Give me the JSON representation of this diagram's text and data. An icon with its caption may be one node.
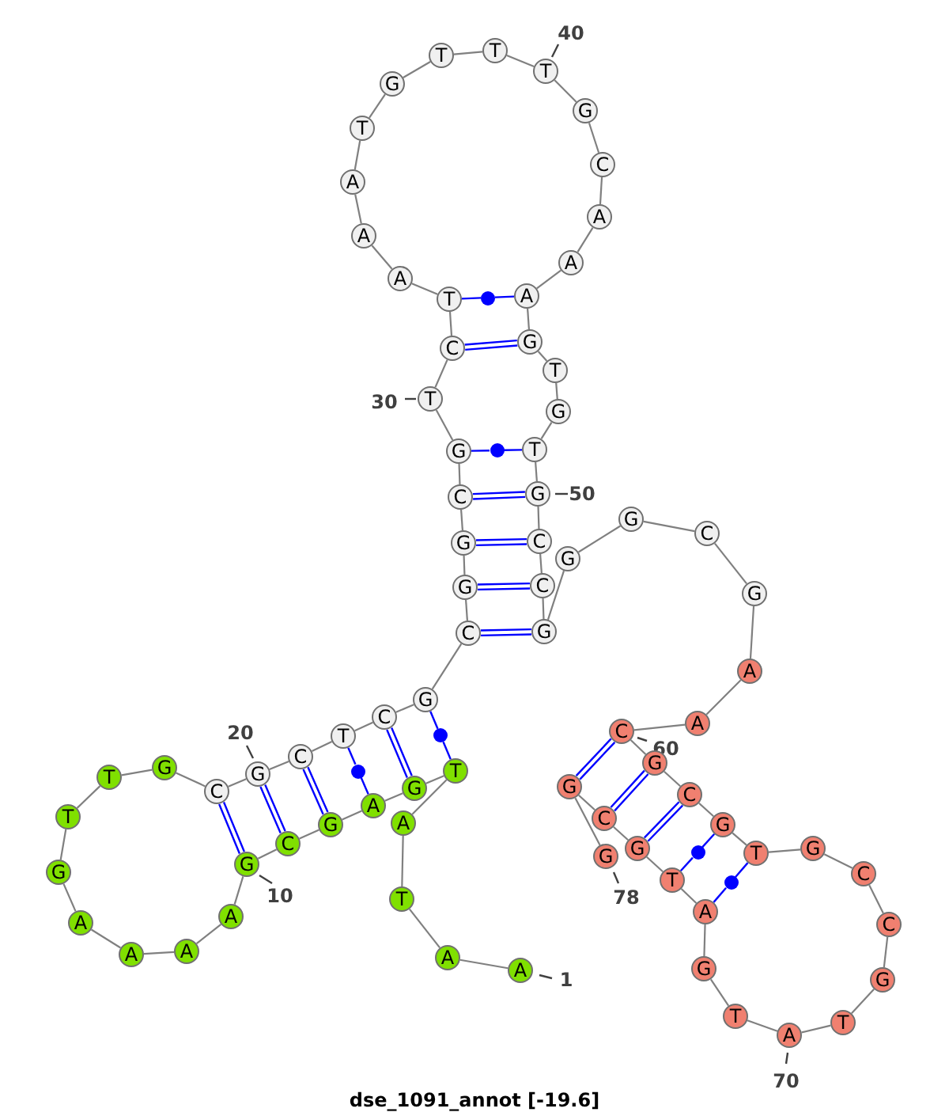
{
  "diagram": {
    "caption": "dse_1091_annot [-19.6]",
    "nodes": [
      {
        "text": [
          "A"
        ],
        "beside": [
          "1"
        ]
      },
      {
        "text": [
          "A"
        ]
      },
      {
        "text": [
          "T"
        ]
      },
      {
        "text": [
          "A"
        ]
      },
      {
        "text": [
          "T"
        ]
      },
      {
        "text": [
          "G"
        ]
      },
      {
        "text": [
          "A"
        ]
      },
      {
        "text": [
          "G"
        ]
      },
      {
        "text": [
          "C"
        ]
      },
      {
        "text": [
          "G"
        ],
        "beside": [
          "10"
        ]
      },
      {
        "text": [
          "A"
        ]
      },
      {
        "text": [
          "A"
        ]
      },
      {
        "text": [
          "A"
        ]
      },
      {
        "text": [
          "A"
        ]
      },
      {
        "text": [
          "G"
        ]
      },
      {
        "text": [
          "T"
        ]
      },
      {
        "text": [
          "T"
        ]
      },
      {
        "text": [
          "G"
        ]
      },
      {
        "text": [
          "C"
        ]
      },
      {
        "text": [
          "G"
        ],
        "beside": [
          "20"
        ]
      },
      {
        "text": [
          "C"
        ]
      },
      {
        "text": [
          "T"
        ]
      },
      {
        "text": [
          "C"
        ]
      },
      {
        "text": [
          "G"
        ]
      },
      {
        "text": [
          "C"
        ]
      },
      {
        "text": [
          "G"
        ]
      },
      {
        "text": [
          "G"
        ]
      },
      {
        "text": [
          "C"
        ]
      },
      {
        "text": [
          "G"
        ]
      },
      {
        "text": [
          "T"
        ],
        "beside": [
          "30"
        ]
      },
      {
        "text": [
          "C"
        ]
      },
      {
        "text": [
          "T"
        ]
      },
      {
        "text": [
          "A"
        ]
      },
      {
        "text": [
          "A"
        ]
      },
      {
        "text": [
          "A"
        ]
      },
      {
        "text": [
          "T"
        ]
      },
      {
        "text": [
          "G"
        ]
      },
      {
        "text": [
          "T"
        ]
      },
      {
        "text": [
          "T"
        ]
      },
      {
        "text": [
          "T"
        ],
        "beside": [
          "40"
        ]
      },
      {
        "text": [
          "G"
        ]
      },
      {
        "text": [
          "C"
        ]
      },
      {
        "text": [
          "A"
        ]
      },
      {
        "text": [
          "A"
        ]
      },
      {
        "text": [
          "A"
        ]
      },
      {
        "text": [
          "G"
        ]
      },
      {
        "text": [
          "T"
        ]
      },
      {
        "text": [
          "G"
        ]
      },
      {
        "text": [
          "T"
        ]
      },
      {
        "text": [
          "G"
        ],
        "beside": [
          "50"
        ]
      },
      {
        "text": [
          "C"
        ]
      },
      {
        "text": [
          "C"
        ]
      },
      {
        "text": [
          "G"
        ]
      },
      {
        "text": [
          "G"
        ]
      },
      {
        "text": [
          "G"
        ]
      },
      {
        "text": [
          "C"
        ]
      },
      {
        "text": [
          "G"
        ]
      },
      {
        "text": [
          "A"
        ]
      },
      {
        "text": [
          "A"
        ]
      },
      {
        "text": [
          "C"
        ]
      },
      {
        "text": [
          "G"
        ]
      },
      {
        "text": [
          "C"
        ]
      },
      {
        "text": [
          "G"
        ]
      },
      {
        "text": [
          "T"
        ]
      },
      {
        "text": [
          "G"
        ]
      },
      {
        "text": [
          "C"
        ]
      },
      {
        "text": [
          "C"
        ]
      },
      {
        "text": [
          "G"
        ]
      },
      {
        "text": [
          "T"
        ]
      },
      {
        "text": [
          "A"
        ],
        "beside": [
          "70"
        ]
      },
      {
        "text": [
          "T"
        ]
      },
      {
        "text": [
          "G"
        ]
      },
      {
        "text": [
          "A"
        ]
      },
      {
        "text": [
          "T"
        ]
      },
      {
        "text": [
          "G"
        ]
      },
      {
        "text": [
          "C"
        ]
      },
      {
        "text": [
          "G"
        ]
      },
      {
        "text": [
          "G"
        ],
        "beside": [
          "78"
        ]
      },
      {
        "text": [],
        "shape": "circle"
      },
      {
        "text": [],
        "shape": "circle"
      },
      {
        "text": [],
        "shape": "circle"
      },
      {
        "text": [],
        "shape": "circle"
      },
      {
        "text": [],
        "shape": "circle"
      },
      {
        "text": [],
        "shape": "circle"
      }
    ],
    "edges": [
      {
        "from": 0,
        "to": 1,
        "arrow": "none"
      },
      {
        "from": 1,
        "to": 2,
        "arrow": "none"
      },
      {
        "from": 2,
        "to": 3,
        "arrow": "none"
      },
      {
        "from": 3,
        "to": 4,
        "arrow": "none"
      },
      {
        "from": 4,
        "to": 5,
        "arrow": "none"
      },
      {
        "from": 5,
        "to": 6,
        "arrow": "none"
      },
      {
        "from": 6,
        "to": 7,
        "arrow": "none"
      },
      {
        "from": 7,
        "to": 8,
        "arrow": "none"
      },
      {
        "from": 8,
        "to": 9,
        "arrow": "none"
      },
      {
        "from": 9,
        "to": 10,
        "arrow": "none"
      },
      {
        "from": 10,
        "to": 11,
        "arrow": "none"
      },
      {
        "from": 11,
        "to": 12,
        "arrow": "none"
      },
      {
        "from": 12,
        "to": 13,
        "arrow": "none"
      },
      {
        "from": 13,
        "to": 14,
        "arrow": "none"
      },
      {
        "from": 14,
        "to": 15,
        "arrow": "none"
      },
      {
        "from": 15,
        "to": 16,
        "arrow": "none"
      },
      {
        "from": 16,
        "to": 17,
        "arrow": "none"
      },
      {
        "from": 17,
        "to": 18,
        "arrow": "none"
      },
      {
        "from": 18,
        "to": 19,
        "arrow": "none"
      },
      {
        "from": 19,
        "to": 20,
        "arrow": "none"
      },
      {
        "from": 20,
        "to": 21,
        "arrow": "none"
      },
      {
        "from": 21,
        "to": 22,
        "arrow": "none"
      },
      {
        "from": 22,
        "to": 23,
        "arrow": "none"
      },
      {
        "from": 23,
        "to": 24,
        "arrow": "none"
      },
      {
        "from": 24,
        "to": 25,
        "arrow": "none"
      },
      {
        "from": 25,
        "to": 26,
        "arrow": "none"
      },
      {
        "from": 26,
        "to": 27,
        "arrow": "none"
      },
      {
        "from": 27,
        "to": 28,
        "arrow": "none"
      },
      {
        "from": 28,
        "to": 29,
        "arrow": "none"
      },
      {
        "from": 29,
        "to": 30,
        "arrow": "none"
      },
      {
        "from": 30,
        "to": 31,
        "arrow": "none"
      },
      {
        "from": 31,
        "to": 32,
        "arrow": "none"
      },
      {
        "from": 32,
        "to": 33,
        "arrow": "none"
      },
      {
        "from": 33,
        "to": 34,
        "arrow": "none"
      },
      {
        "from": 34,
        "to": 35,
        "arrow": "none"
      },
      {
        "from": 35,
        "to": 36,
        "arrow": "none"
      },
      {
        "from": 36,
        "to": 37,
        "arrow": "none"
      },
      {
        "from": 37,
        "to": 38,
        "arrow": "none"
      },
      {
        "from": 38,
        "to": 39,
        "arrow": "none"
      },
      {
        "from": 39,
        "to": 40,
        "arrow": "none"
      },
      {
        "from": 40,
        "to": 41,
        "arrow": "none"
      },
      {
        "from": 41,
        "to": 42,
        "arrow": "none"
      },
      {
        "from": 42,
        "to": 43,
        "arrow": "none"
      },
      {
        "from": 43,
        "to": 44,
        "arrow": "none"
      },
      {
        "from": 44,
        "to": 45,
        "arrow": "none"
      },
      {
        "from": 45,
        "to": 46,
        "arrow": "none"
      },
      {
        "from": 46,
        "to": 47,
        "arrow": "none"
      },
      {
        "from": 47,
        "to": 48,
        "arrow": "none"
      },
      {
        "from": 48,
        "to": 49,
        "arrow": "none"
      },
      {
        "from": 49,
        "to": 50,
        "arrow": "none"
      },
      {
        "from": 50,
        "to": 51,
        "arrow": "none"
      },
      {
        "from": 51,
        "to": 52,
        "arrow": "none"
      },
      {
        "from": 52,
        "to": 53,
        "arrow": "none"
      },
      {
        "from": 53,
        "to": 54,
        "arrow": "none"
      },
      {
        "from": 54,
        "to": 55,
        "arrow": "none"
      },
      {
        "from": 55,
        "to": 56,
        "arrow": "none"
      },
      {
        "from": 56,
        "to": 57,
        "arrow": "none"
      },
      {
        "from": 57,
        "to": 58,
        "arrow": "none"
      },
      {
        "from": 58,
        "to": 59,
        "arrow": "none"
      },
      {
        "from": 59,
        "to": 60,
        "arrow": "none"
      },
      {
        "from": 60,
        "to": 61,
        "arrow": "none"
      },
      {
        "from": 61,
        "to": 62,
        "arrow": "none"
      },
      {
        "from": 62,
        "to": 63,
        "arrow": "none"
      },
      {
        "from": 63,
        "to": 64,
        "arrow": "none"
      },
      {
        "from": 64,
        "to": 65,
        "arrow": "none"
      },
      {
        "from": 65,
        "to": 66,
        "arrow": "none"
      },
      {
        "from": 66,
        "to": 67,
        "arrow": "none"
      },
      {
        "from": 67,
        "to": 68,
        "arrow": "none"
      },
      {
        "from": 68,
        "to": 69,
        "arrow": "none"
      },
      {
        "from": 69,
        "to": 70,
        "arrow": "none"
      },
      {
        "from": 70,
        "to": 71,
        "arrow": "none"
      },
      {
        "from": 71,
        "to": 72,
        "arrow": "none"
      },
      {
        "from": 72,
        "to": 73,
        "arrow": "none"
      },
      {
        "from": 73,
        "to": 74,
        "arrow": "none"
      },
      {
        "from": 74,
        "to": 75,
        "arrow": "none"
      },
      {
        "from": 75,
        "to": 76,
        "arrow": "none"
      },
      {
        "from": 76,
        "to": 77,
        "arrow": "none"
      },
      {
        "from": 4,
        "to": 80,
        "arrow": "none",
        "color": "#0000ff"
      },
      {
        "from": 80,
        "to": 23,
        "arrow": "none",
        "color": "#0000ff"
      },
      {
        "from": 5,
        "to": 22,
        "arrow": "none",
        "color": "#0000ff"
      },
      {
        "from": 6,
        "to": 81,
        "arrow": "none",
        "color": "#0000ff"
      },
      {
        "from": 81,
        "to": 21,
        "arrow": "none",
        "color": "#0000ff"
      },
      {
        "from": 7,
        "to": 20,
        "arrow": "none",
        "color": "#0000ff"
      },
      {
        "from": 8,
        "to": 19,
        "arrow": "none",
        "color": "#0000ff"
      },
      {
        "from": 9,
        "to": 18,
        "arrow": "none",
        "color": "#0000ff"
      },
      {
        "from": 24,
        "to": 52,
        "arrow": "none",
        "color": "#0000ff"
      },
      {
        "from": 25,
        "to": 51,
        "arrow": "none",
        "color": "#0000ff"
      },
      {
        "from": 26,
        "to": 50,
        "arrow": "none",
        "color": "#0000ff"
      },
      {
        "from": 27,
        "to": 49,
        "arrow": "none",
        "color": "#0000ff"
      },
      {
        "from": 28,
        "to": 79,
        "arrow": "none",
        "color": "#0000ff"
      },
      {
        "from": 79,
        "to": 48,
        "arrow": "none",
        "color": "#0000ff"
      },
      {
        "from": 30,
        "to": 45,
        "arrow": "none",
        "color": "#0000ff"
      },
      {
        "from": 31,
        "to": 78,
        "arrow": "none",
        "color": "#0000ff"
      },
      {
        "from": 78,
        "to": 44,
        "arrow": "none",
        "color": "#0000ff"
      },
      {
        "from": 59,
        "to": 76,
        "arrow": "none",
        "color": "#0000ff"
      },
      {
        "from": 60,
        "to": 75,
        "arrow": "none",
        "color": "#0000ff"
      },
      {
        "from": 61,
        "to": 74,
        "arrow": "none",
        "color": "#0000ff"
      },
      {
        "from": 62,
        "to": 82,
        "arrow": "none",
        "color": "#0000ff"
      },
      {
        "from": 82,
        "to": 73,
        "arrow": "none",
        "color": "#0000ff"
      },
      {
        "from": 63,
        "to": 83,
        "arrow": "none",
        "color": "#0000ff"
      },
      {
        "from": 83,
        "to": 72,
        "arrow": "none",
        "color": "#0000ff"
      }
    ],
    "labels": [
      "60"
    ]
  }
}
